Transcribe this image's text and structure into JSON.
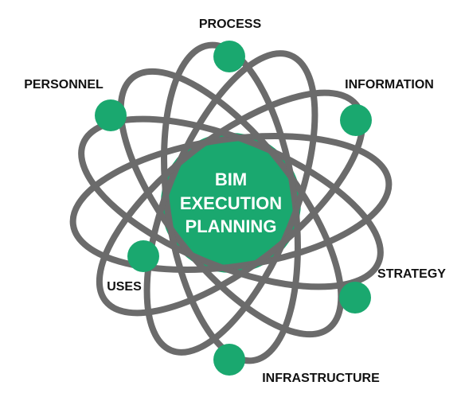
{
  "center": {
    "lines": [
      "BIM",
      "EXECUTION",
      "PLANNING"
    ]
  },
  "nodes": [
    {
      "id": "process",
      "label": "PROCESS"
    },
    {
      "id": "information",
      "label": "INFORMATION"
    },
    {
      "id": "strategy",
      "label": "STRATEGY"
    },
    {
      "id": "infrastructure",
      "label": "INFRASTRUCTURE"
    },
    {
      "id": "uses",
      "label": "USES"
    },
    {
      "id": "personnel",
      "label": "PERSONNEL"
    }
  ],
  "colors": {
    "accent": "#1aa86f",
    "orbit": "#6b6b6b",
    "label": "#111111",
    "center_text": "#ffffff"
  }
}
